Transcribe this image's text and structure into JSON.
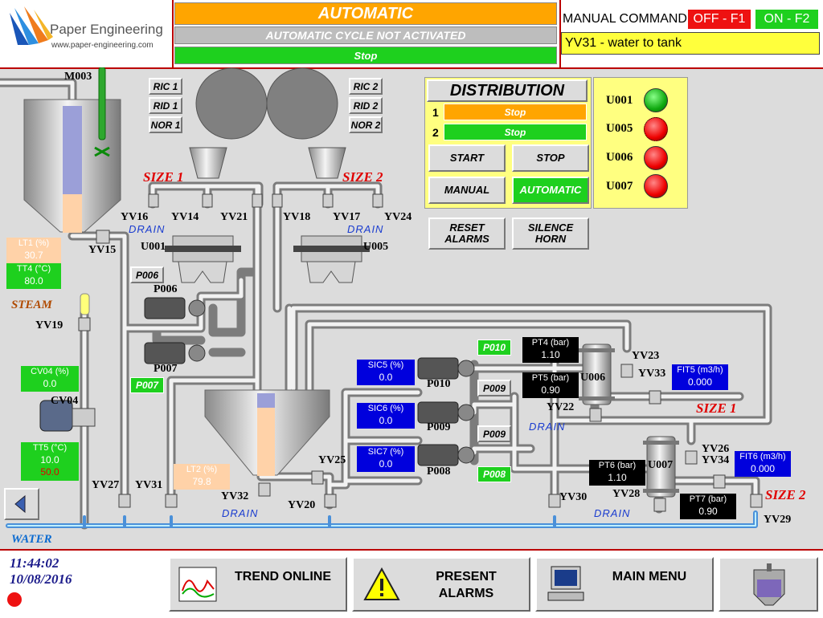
{
  "header": {
    "logo_name": "Paper Engineering",
    "logo_url": "www.paper-engineering.com",
    "mode": "AUTOMATIC",
    "cycle_status": "AUTOMATIC CYCLE NOT ACTIVATED",
    "run_status": "Stop",
    "manual_command_label": "MANUAL COMMAND",
    "off_label": "OFF - F1",
    "on_label": "ON - F2",
    "selected_item": "YV31 - water to tank"
  },
  "distribution": {
    "title": "DISTRIBUTION",
    "lines": [
      {
        "num": "1",
        "status": "Stop"
      },
      {
        "num": "2",
        "status": "Stop"
      }
    ],
    "start": "START",
    "stop": "STOP",
    "manual": "MANUAL",
    "automatic": "AUTOMATIC",
    "reset_alarms": "RESET ALARMS",
    "silence_horn": "SILENCE HORN"
  },
  "units": [
    {
      "name": "U001",
      "state": "green"
    },
    {
      "name": "U005",
      "state": "red"
    },
    {
      "name": "U006",
      "state": "red"
    },
    {
      "name": "U007",
      "state": "red"
    }
  ],
  "buttons_left": [
    "RIC 1",
    "RID 1",
    "NOR 1"
  ],
  "buttons_right": [
    "RIC 2",
    "RID 2",
    "NOR 2"
  ],
  "labels": {
    "m003": "M003",
    "yv15": "YV15",
    "yv16": "YV16",
    "yv14": "YV14",
    "yv21": "YV21",
    "yv18": "YV18",
    "yv17": "YV17",
    "yv24": "YV24",
    "u001": "U001",
    "u005": "U005",
    "p006": "P006",
    "p007": "P007",
    "steam": "STEAM",
    "yv19": "YV19",
    "cv04": "CV04",
    "yv27": "YV27",
    "yv31": "YV31",
    "yv32": "YV32",
    "yv20": "YV20",
    "yv25": "YV25",
    "p010": "P010",
    "p009": "P009",
    "p008": "P008",
    "u006": "U006",
    "u007": "U007",
    "yv23": "YV23",
    "yv33": "YV33",
    "yv22": "YV22",
    "yv26": "YV26",
    "yv34": "YV34",
    "yv28": "YV28",
    "yv30": "YV30",
    "yv29": "YV29",
    "water": "WATER",
    "drain": "DRAIN",
    "size1": "SIZE 1",
    "size2": "SIZE 2"
  },
  "pump_buttons": {
    "p006": "P006",
    "p007": "P007",
    "p010": "P010",
    "p009a": "P009",
    "p009b": "P009",
    "p008": "P008"
  },
  "instruments": {
    "lt1": {
      "label": "LT1 (%)",
      "value": "30.7"
    },
    "tt4": {
      "label": "TT4 (°C)",
      "value": "80.0"
    },
    "cv04": {
      "label": "CV04 (%)",
      "value": "0.0"
    },
    "tt5": {
      "label": "TT5 (°C)",
      "value": "10.0",
      "setpoint": "50.0"
    },
    "lt2": {
      "label": "LT2 (%)",
      "value": "79.8"
    },
    "sic5": {
      "label": "SIC5 (%)",
      "value": "0.0"
    },
    "sic6": {
      "label": "SIC6 (%)",
      "value": "0.0"
    },
    "sic7": {
      "label": "SIC7 (%)",
      "value": "0.0"
    },
    "pt4": {
      "label": "PT4 (bar)",
      "value": "1.10"
    },
    "pt5": {
      "label": "PT5 (bar)",
      "value": "0.90"
    },
    "pt6": {
      "label": "PT6 (bar)",
      "value": "1.10"
    },
    "pt7": {
      "label": "PT7 (bar)",
      "value": "0.90"
    },
    "fit5": {
      "label": "FIT5 (m3/h)",
      "value": "0.000"
    },
    "fit6": {
      "label": "FIT6 (m3/h)",
      "value": "0.000"
    }
  },
  "footer": {
    "time": "11:44:02",
    "date": "10/08/2016",
    "trend": "TREND ONLINE",
    "alarms": "PRESENT ALARMS",
    "main_menu": "MAIN MENU"
  },
  "colors": {
    "green": "#1ed01e",
    "orange": "#ffa500",
    "yellow": "#ffff3c",
    "red": "#e00000",
    "blue": "#0000dd",
    "black": "#000000",
    "peach": "#ffd2a8"
  }
}
